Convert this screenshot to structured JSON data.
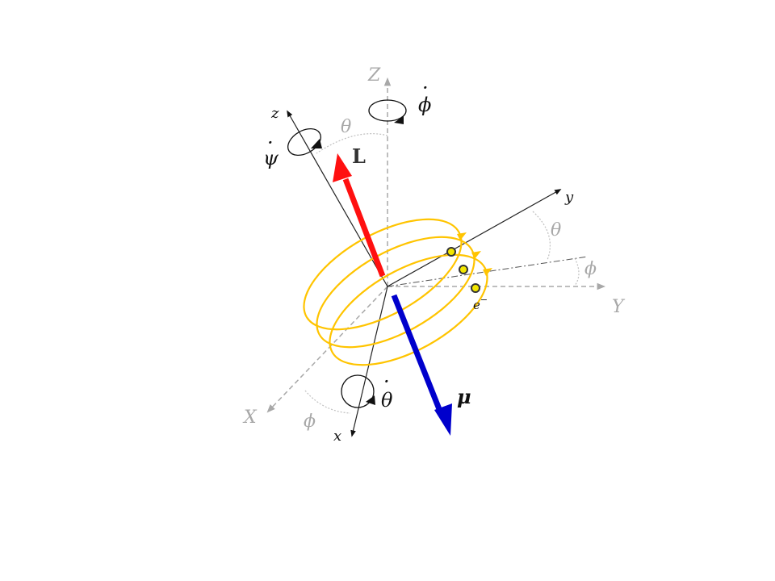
{
  "diagram": {
    "labels": {
      "Z": "Z",
      "X": "X",
      "Y": "Y",
      "z": "z",
      "x": "x",
      "y": "y",
      "L": "L",
      "mu": "μ",
      "electron": "e",
      "electron_sup": "−",
      "theta_top": "θ",
      "theta_right": "θ",
      "phi_right": "ϕ",
      "phi_bottom": "ϕ",
      "phi_dot": "ϕ",
      "psi_dot": "ψ",
      "theta_dot": "θ",
      "dot": "·"
    },
    "colors": {
      "L_arrow": "#ff1010",
      "mu_arrow": "#0000cc",
      "orbit": "#ffc400",
      "electron_fill": "#f2e600",
      "lab_axes": "#a8a8a8",
      "body_axes": "#222222"
    }
  }
}
